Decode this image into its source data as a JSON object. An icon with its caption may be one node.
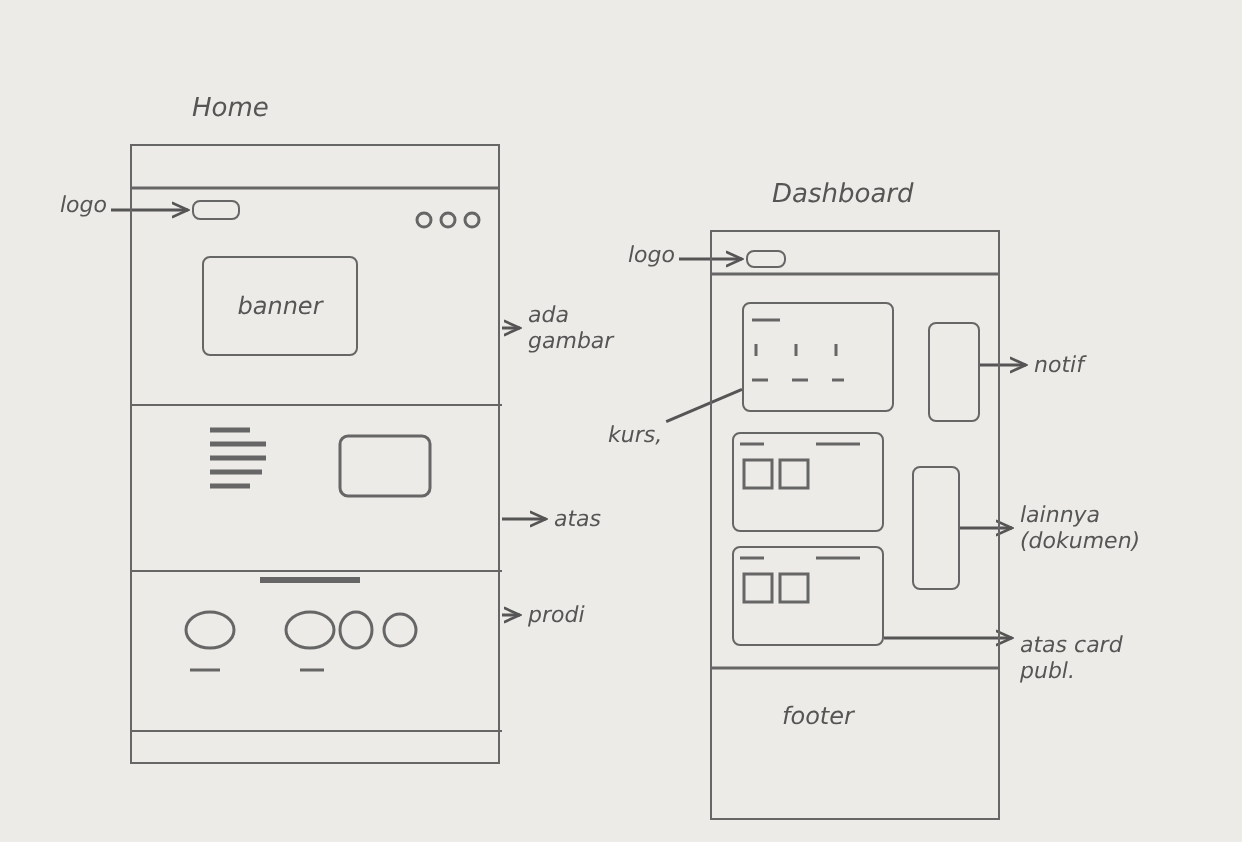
{
  "diagram": {
    "nodes": [
      {
        "text": [
          "Home"
        ]
      },
      {
        "text": [],
        "shape": "box",
        "in": 0
      },
      {
        "text": [
          "logo"
        ]
      },
      {
        "text": [],
        "shape": "box",
        "in": 0
      },
      {
        "text": [
          "banner"
        ],
        "in": 3
      },
      {
        "text": [
          "ada gambar"
        ]
      },
      {
        "text": [],
        "shape": "box",
        "in": 0
      },
      {
        "text": [
          "atas"
        ]
      },
      {
        "text": [],
        "shape": "box",
        "in": 0
      },
      {
        "text": [
          "prodi"
        ]
      },
      {
        "text": [
          "Dashboard"
        ]
      },
      {
        "text": [],
        "shape": "box",
        "in": 10
      },
      {
        "text": [
          "logo"
        ]
      },
      {
        "text": [],
        "shape": "box",
        "in": 10
      },
      {
        "text": [
          "kurs,"
        ]
      },
      {
        "text": [],
        "shape": "box",
        "in": 10
      },
      {
        "text": [
          "notif"
        ]
      },
      {
        "text": [],
        "shape": "box",
        "in": 10
      },
      {
        "text": [],
        "shape": "box",
        "in": 10
      },
      {
        "text": [
          "lainnya (dokumen)"
        ]
      },
      {
        "text": [],
        "shape": "box",
        "in": 10
      },
      {
        "text": [
          "atas card publ."
        ]
      },
      {
        "text": [
          "footer"
        ],
        "in": 10
      }
    ],
    "edges": [
      {
        "from": 2,
        "to": 1,
        "arrow": "to"
      },
      {
        "from": 3,
        "to": 5,
        "arrow": "to"
      },
      {
        "from": 6,
        "to": 7,
        "arrow": "to"
      },
      {
        "from": 8,
        "to": 9,
        "arrow": "to"
      },
      {
        "from": 12,
        "to": 11,
        "arrow": "to"
      },
      {
        "from": 14,
        "to": 13,
        "arrow": "none"
      },
      {
        "from": 15,
        "to": 16,
        "arrow": "to"
      },
      {
        "from": 18,
        "to": 19,
        "arrow": "to"
      },
      {
        "from": 20,
        "to": 21,
        "arrow": "to"
      }
    ]
  }
}
